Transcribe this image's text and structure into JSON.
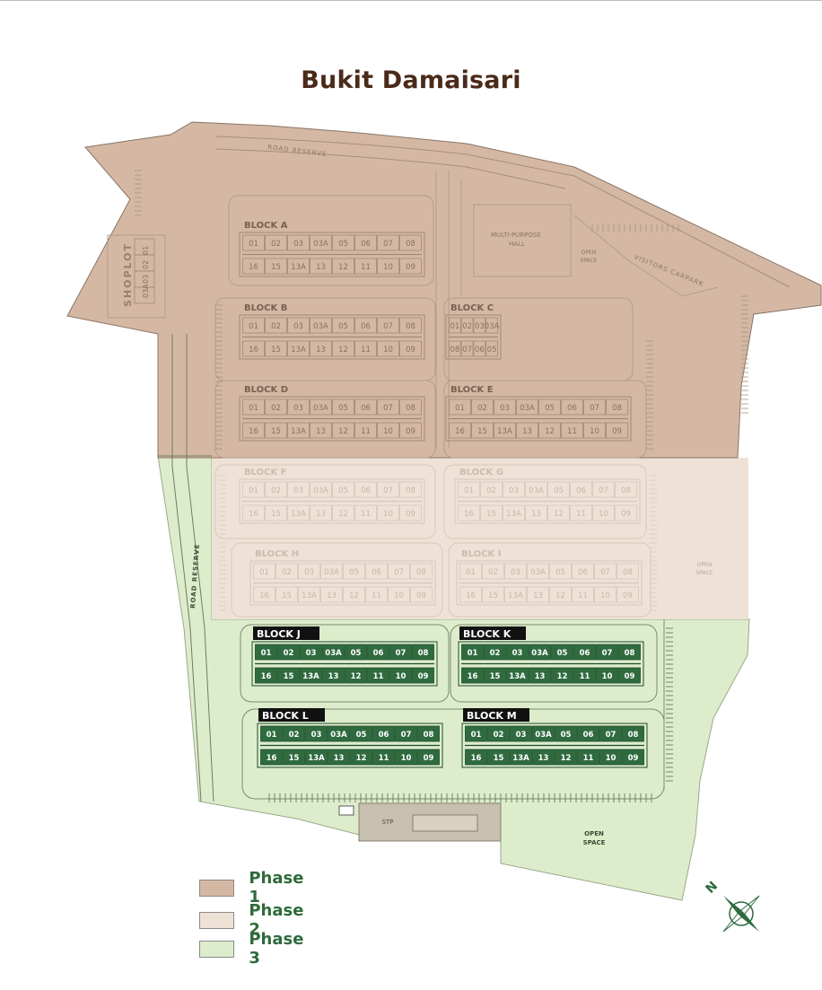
{
  "title": "Bukit Damaisari",
  "colors": {
    "phase1": "#d5b8a4",
    "phase2": "#eee2d6",
    "phase3": "#ddedcc",
    "unit_green": "#2f6b3f",
    "line": "#8a7464"
  },
  "labels": {
    "road_reserve_top": "ROAD RESERVE",
    "road_reserve_left": "ROAD RESERVE",
    "shoplot": "SHOPLOT",
    "shoplot_units": [
      "01",
      "02",
      "03",
      "03A"
    ],
    "multi_purpose_hall": "MULTI-PURPOSE HALL",
    "visitors_carpark": "VISITORS CARPARK",
    "open_space": "OPEN SPACE",
    "stp": "STP"
  },
  "blocks": [
    {
      "name": "BLOCK A",
      "phase": 1
    },
    {
      "name": "BLOCK B",
      "phase": 1
    },
    {
      "name": "BLOCK C",
      "phase": 1
    },
    {
      "name": "BLOCK D",
      "phase": 1
    },
    {
      "name": "BLOCK E",
      "phase": 1
    },
    {
      "name": "BLOCK F",
      "phase": 2
    },
    {
      "name": "BLOCK G",
      "phase": 2
    },
    {
      "name": "BLOCK H",
      "phase": 2
    },
    {
      "name": "BLOCK I",
      "phase": 2
    },
    {
      "name": "BLOCK J",
      "phase": 3
    },
    {
      "name": "BLOCK K",
      "phase": 3
    },
    {
      "name": "BLOCK L",
      "phase": 3
    },
    {
      "name": "BLOCK M",
      "phase": 3
    }
  ],
  "units": {
    "top_row": [
      "01",
      "02",
      "03",
      "03A",
      "05",
      "06",
      "07",
      "08"
    ],
    "bottom_row": [
      "16",
      "15",
      "13A",
      "13",
      "12",
      "11",
      "10",
      "09"
    ],
    "block_c_top": [
      "01",
      "02",
      "03",
      "03A"
    ],
    "block_c_bottom": [
      "08",
      "07",
      "06",
      "05"
    ]
  },
  "legend": [
    {
      "label": "Phase 1"
    },
    {
      "label": "Phase 2"
    },
    {
      "label": "Phase 3"
    }
  ],
  "compass": {
    "label": "N"
  }
}
